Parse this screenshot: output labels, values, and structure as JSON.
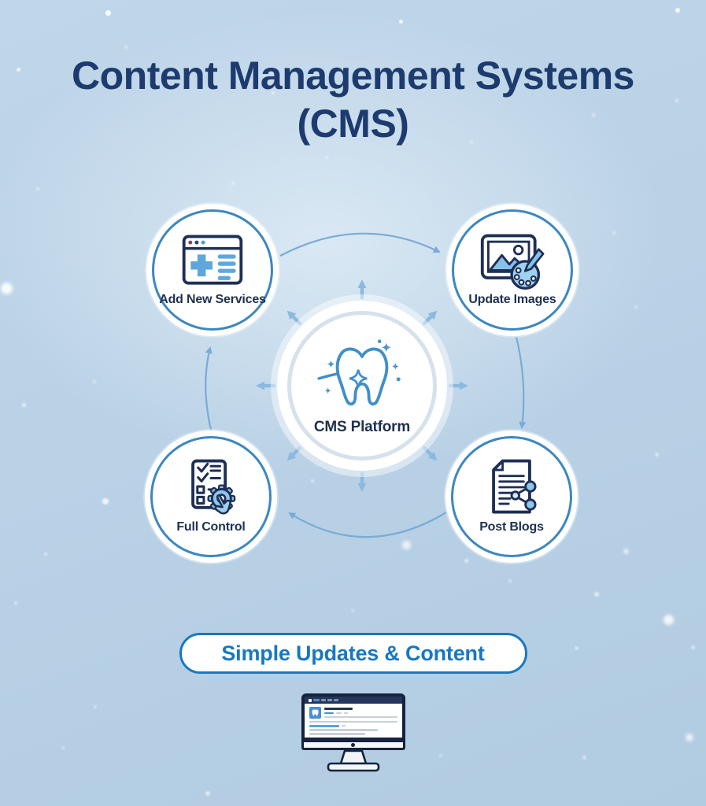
{
  "title": {
    "line1": "Content Management Systems",
    "line2": "(CMS)"
  },
  "hub": {
    "label": "CMS Platform",
    "icon": "tooth-sparkle-icon"
  },
  "nodes": [
    {
      "label": "Add New Services",
      "icon": "browser-add-icon",
      "position": "top-left"
    },
    {
      "label": "Update Images",
      "icon": "image-palette-icon",
      "position": "top-right"
    },
    {
      "label": "Post Blogs",
      "icon": "document-share-icon",
      "position": "bottom-right"
    },
    {
      "label": "Full Control",
      "icon": "checklist-gear-icon",
      "position": "bottom-left"
    }
  ],
  "flow": {
    "direction": "clockwise",
    "hub_arrow_count": 8
  },
  "badge": {
    "label": "Simple Updates & Content"
  },
  "footer_illustration": {
    "name": "desktop-monitor-website"
  },
  "colors": {
    "background": "#b7d0e4",
    "title_navy": "#1d3b6e",
    "node_border_blue": "#3d87c0",
    "label_navy": "#1f3150",
    "arc_blue": "#79abd6",
    "arrow_blue": "#8cb9de",
    "accent_blue": "#1778c2",
    "icon_outline_navy": "#1e2f54",
    "icon_fill_blue": "#85c2ea"
  }
}
